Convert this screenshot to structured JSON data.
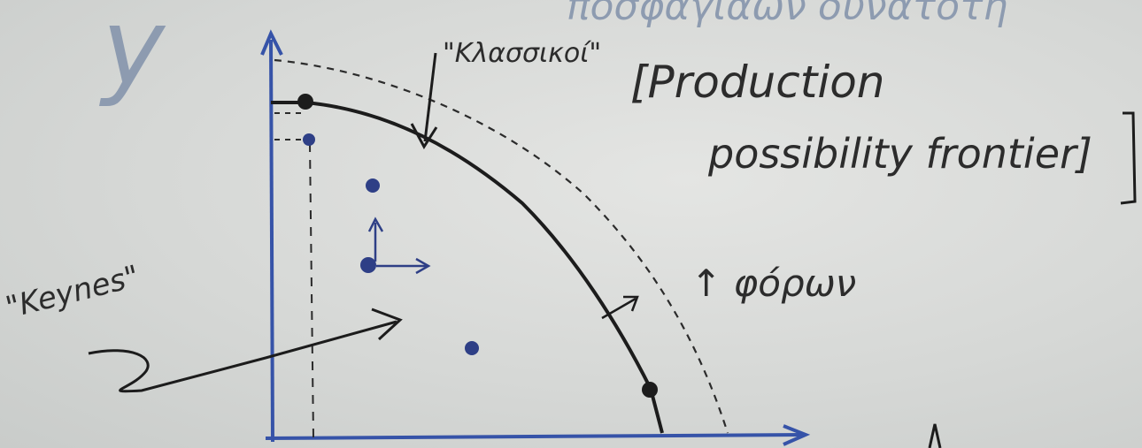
{
  "board": {
    "top_scribble": "ποσφαγιαων δυνατοτη",
    "axis_letter": "y",
    "label_classical": "\"Κλασσικοί\"",
    "label_ppf_line1": "[Production",
    "label_ppf_line2": "possibility frontier]",
    "label_keynes": "\"Keynes\"",
    "label_taxes": "↑ φόρων"
  },
  "colors": {
    "marker_black": "#1c1c1c",
    "marker_blue": "#2e3f86",
    "board": "#d7d9d8"
  }
}
